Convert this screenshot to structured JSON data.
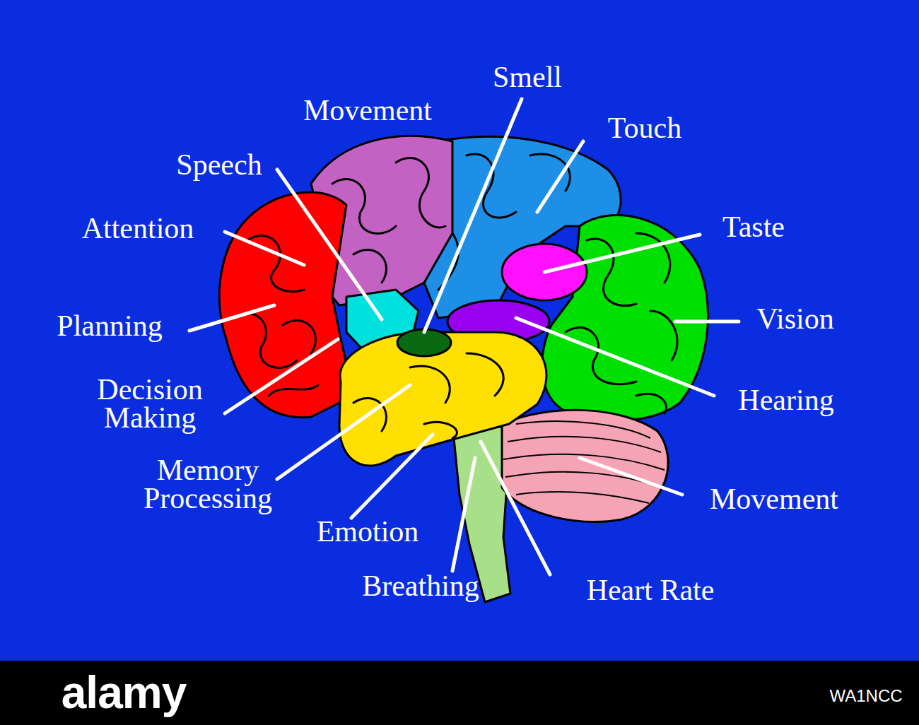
{
  "diagram": {
    "labels": [
      "Movement",
      "Smell",
      "Touch",
      "Speech",
      "Attention",
      "Taste",
      "Planning",
      "Vision",
      "Decision Making",
      "Hearing",
      "Memory Processing",
      "Movement",
      "Emotion",
      "Breathing",
      "Heart Rate",
      "alamy",
      "WA1NCC"
    ]
  }
}
